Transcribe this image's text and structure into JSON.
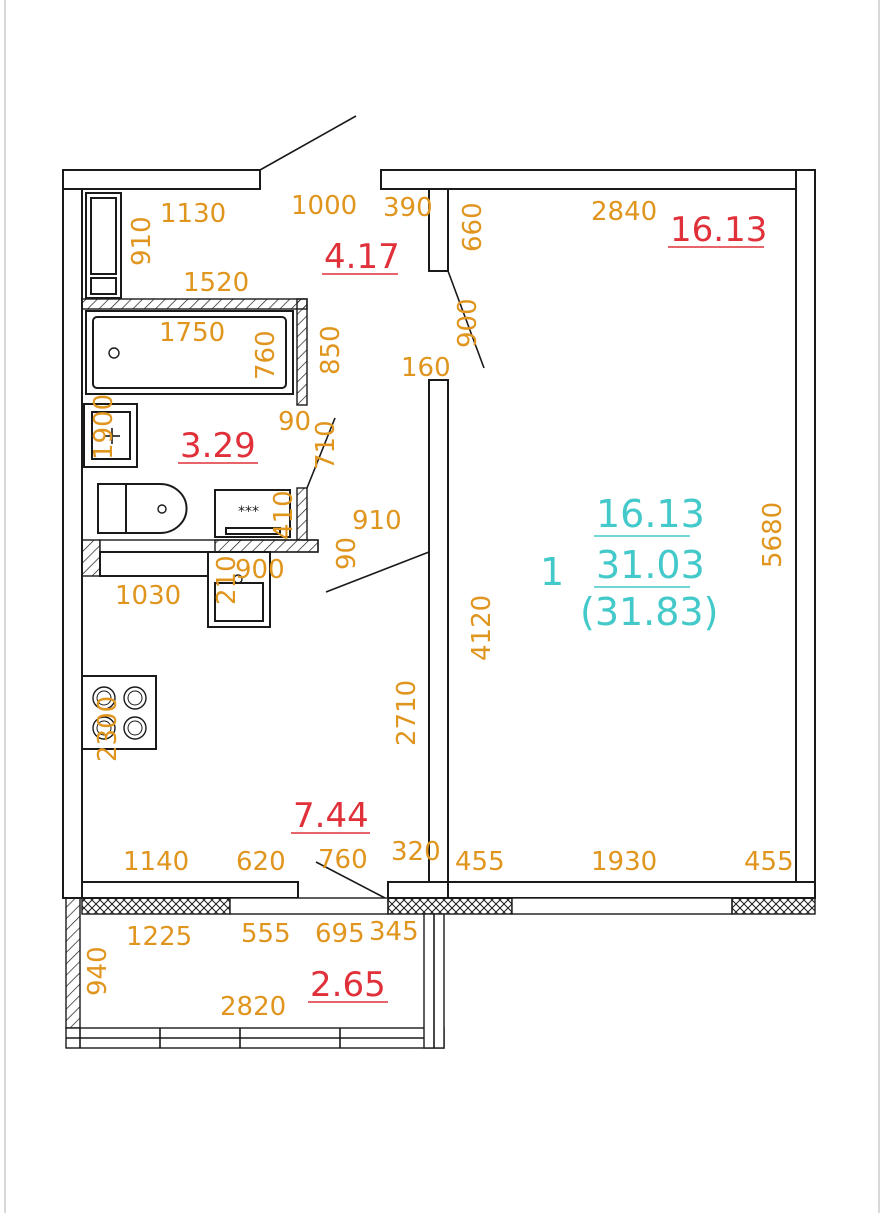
{
  "plan": {
    "rooms": [
      {
        "id": "hall",
        "area": "4.17"
      },
      {
        "id": "living-room",
        "area": "16.13"
      },
      {
        "id": "bathroom",
        "area": "3.29"
      },
      {
        "id": "kitchen",
        "area": "7.44"
      },
      {
        "id": "balcony",
        "area": "2.65"
      }
    ],
    "summary": {
      "rooms_count": "1",
      "living_area": "16.13",
      "total_area": "31.03",
      "total_with_balcony": "(31.83)"
    },
    "dimensions": [
      "1130",
      "1000",
      "390",
      "660",
      "2840",
      "910",
      "1520",
      "1750",
      "760",
      "850",
      "900",
      "160",
      "1900",
      "90",
      "710",
      "910",
      "410",
      "90",
      "1030",
      "210",
      "900",
      "4120",
      "5680",
      "2710",
      "2300",
      "1140",
      "620",
      "760",
      "320",
      "455",
      "1930",
      "455",
      "1225",
      "555",
      "695",
      "345",
      "940",
      "2820"
    ],
    "fixtures": {
      "sink_mark": "***"
    }
  },
  "colors": {
    "dimension_text": "#e0951e",
    "area_text": "#e0303a",
    "summary_text": "#43c9c9",
    "walls": "#1a1a1a"
  }
}
